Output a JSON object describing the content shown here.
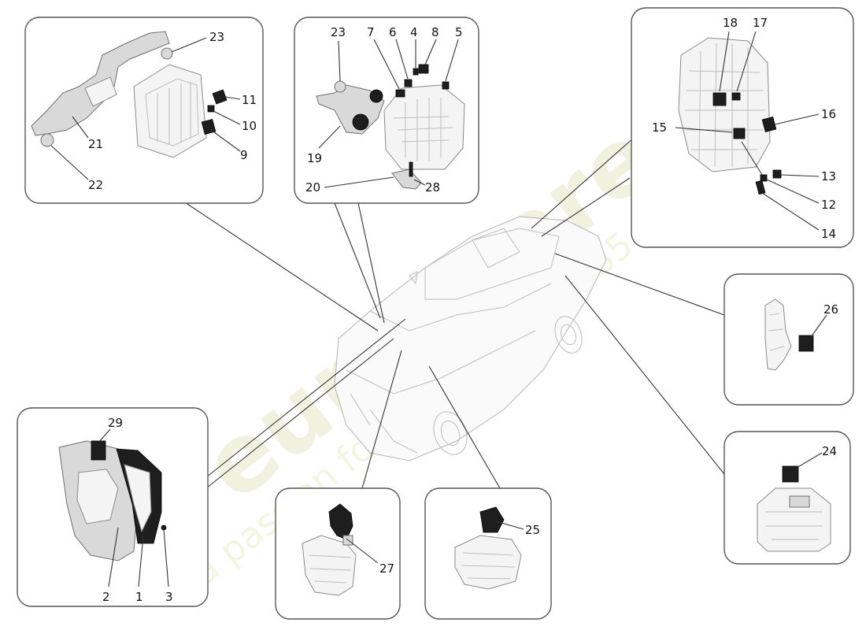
{
  "watermark": {
    "brand": "eurospares",
    "tagline": "a passion for parts since 1985"
  },
  "labels": {
    "p1": "1",
    "p2": "2",
    "p3": "3",
    "p4": "4",
    "p5": "5",
    "p6": "6",
    "p7": "7",
    "p8": "8",
    "p9": "9",
    "p10": "10",
    "p11": "11",
    "p12": "12",
    "p13": "13",
    "p14": "14",
    "p15": "15",
    "p16": "16",
    "p17": "17",
    "p18": "18",
    "p19": "19",
    "p20": "20",
    "p21": "21",
    "p22": "22",
    "p23a": "23",
    "p23b": "23",
    "p24": "24",
    "p25": "25",
    "p26": "26",
    "p27": "27",
    "p28": "28",
    "p29": "29"
  }
}
